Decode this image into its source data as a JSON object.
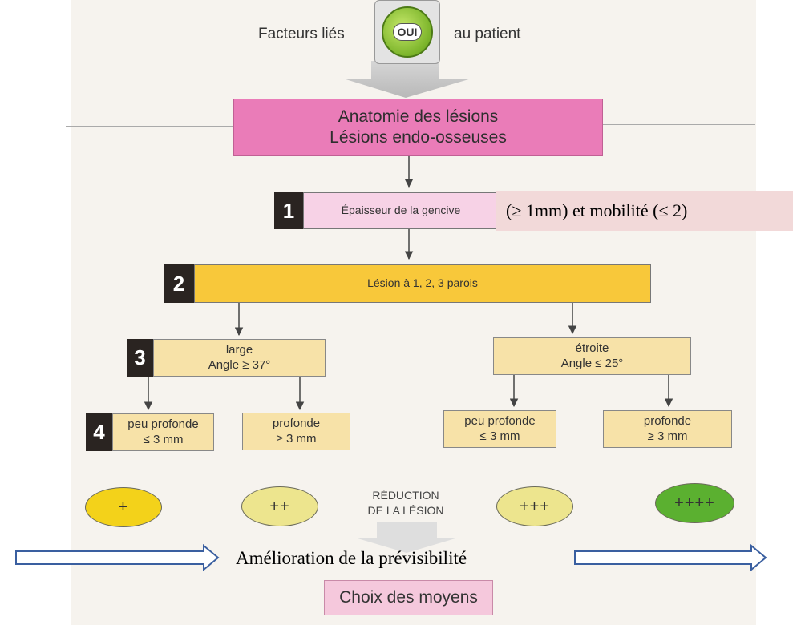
{
  "top": {
    "left_label": "Facteurs liés",
    "oui": "OUI",
    "right_label": "au patient"
  },
  "anatomy": {
    "line1": "Anatomie des lésions",
    "line2": "Lésions endo-osseuses"
  },
  "step1": {
    "number": "1",
    "label": "Épaisseur de la gencive",
    "overlay": "(≥ 1mm) et mobilité (≤ 2)"
  },
  "step2": {
    "number": "2",
    "label": "Lésion à 1, 2, 3 parois"
  },
  "step3": {
    "number": "3",
    "large": {
      "line1": "large",
      "line2": "Angle ≥ 37°"
    },
    "narrow": {
      "line1": "étroite",
      "line2": "Angle ≤ 25°"
    }
  },
  "step4": {
    "number": "4",
    "boxes": [
      {
        "line1": "peu profonde",
        "line2": "≤ 3 mm"
      },
      {
        "line1": "profonde",
        "line2": "≥ 3 mm"
      },
      {
        "line1": "peu profonde",
        "line2": "≤ 3 mm"
      },
      {
        "line1": "profonde",
        "line2": "≥ 3 mm"
      }
    ]
  },
  "reduction": {
    "line1": "RÉDUCTION",
    "line2": "DE LA LÉSION",
    "levels": [
      "+",
      "++",
      "+++",
      "++++"
    ],
    "colors": [
      "#f3d21a",
      "#ede58e",
      "#ede58e",
      "#5bb030"
    ]
  },
  "bottom": {
    "predictability": "Amélioration de la prévisibilité",
    "choice": "Choix des moyens"
  },
  "colors": {
    "pink": "#ea7cb8",
    "gold": "#f8c83a",
    "cream": "#f7e2a8",
    "arrow_outline": "#3a5fa0"
  }
}
